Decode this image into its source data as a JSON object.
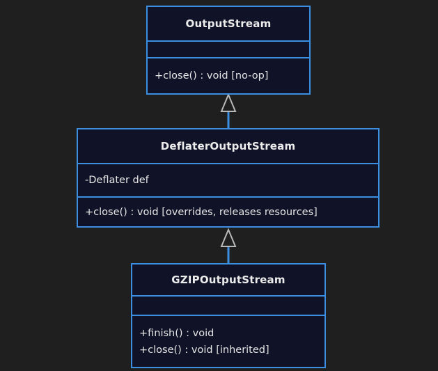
{
  "diagram": {
    "type": "uml-class-diagram",
    "background_color": "#1f1f1f",
    "box_fill_color": "#101327",
    "box_border_color": "#3b8ee0",
    "text_color": "#e6e6e6",
    "connector_color": "#3b8ee0",
    "arrowhead_color": "#b9b9b9",
    "classes": [
      {
        "id": "outputstream",
        "name": "OutputStream",
        "attributes": [],
        "operations": [
          "+close() : void [no-op]"
        ]
      },
      {
        "id": "deflateroutputstream",
        "name": "DeflaterOutputStream",
        "attributes": [
          "-Deflater def"
        ],
        "operations": [
          "+close() : void [overrides, releases resources]"
        ]
      },
      {
        "id": "gzipoutputstream",
        "name": "GZIPOutputStream",
        "attributes": [],
        "operations": [
          "+finish() : void",
          "+close() : void [inherited]"
        ]
      }
    ],
    "relationships": [
      {
        "kind": "generalization",
        "from": "DeflaterOutputStream",
        "to": "OutputStream"
      },
      {
        "kind": "generalization",
        "from": "GZIPOutputStream",
        "to": "DeflaterOutputStream"
      }
    ]
  }
}
